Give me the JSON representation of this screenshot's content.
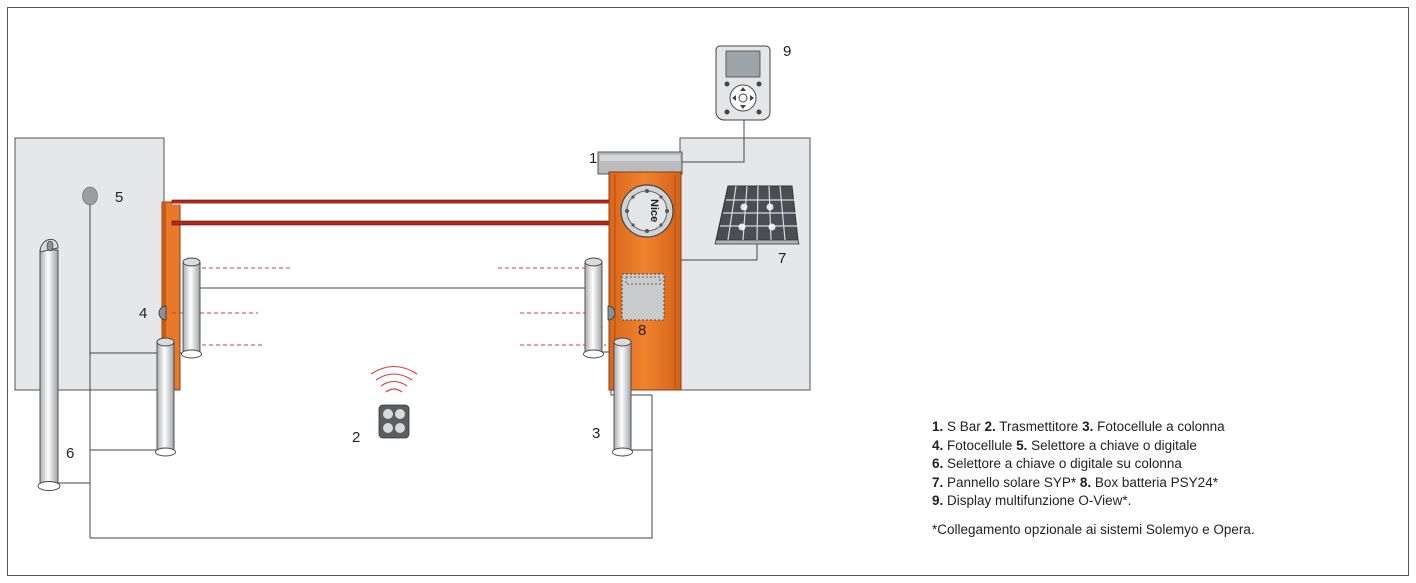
{
  "callouts": {
    "n1": "1",
    "n2": "2",
    "n3": "3",
    "n4": "4",
    "n5": "5",
    "n6": "6",
    "n7": "7",
    "n8": "8",
    "n9": "9"
  },
  "logo_text": "Nice",
  "colors": {
    "orange": "#e8792a",
    "orange_dark": "#c85a14",
    "wall": "#e6e7e8",
    "barrier_red": "#b02a1c",
    "beam_red": "#e03a3a"
  },
  "legend": {
    "r1": {
      "n1": "1.",
      "t1": " S Bar ",
      "n2": "2.",
      "t2": " Trasmettitore ",
      "n3": "3.",
      "t3": " Fotocellule a colonna"
    },
    "r2": {
      "n4": "4.",
      "t4": " Fotocellule ",
      "n5": "5.",
      "t5": " Selettore a chiave o digitale"
    },
    "r3": {
      "n6": "6.",
      "t6": " Selettore a chiave o digitale su colonna"
    },
    "r4": {
      "n7": "7.",
      "t7": " Pannello solare SYP* ",
      "n8": "8.",
      "t8": " Box batteria PSY24*"
    },
    "r5": {
      "n9": "9.",
      "t9": " Display multifunzione O-View*."
    },
    "note": "*Collegamento opzionale ai sistemi Solemyo e Opera."
  }
}
